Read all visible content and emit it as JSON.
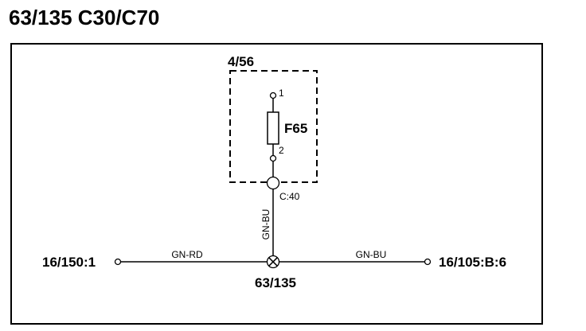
{
  "title": "63/135 C30/C70",
  "module": {
    "label": "4/56"
  },
  "fuse": {
    "label": "F65",
    "pin_top": "1",
    "pin_bottom": "2"
  },
  "connector": {
    "label": "C:40"
  },
  "wires": {
    "vertical_color": "GN-BU",
    "left_color": "GN-RD",
    "right_color": "GN-BU"
  },
  "ground": {
    "label": "63/135"
  },
  "endpoints": {
    "left": "16/150:1",
    "right": "16/105:B:6"
  }
}
